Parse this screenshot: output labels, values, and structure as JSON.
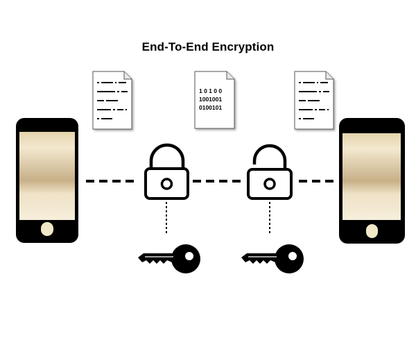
{
  "title": "End-To-End Encryption",
  "ciphertext_lines": [
    "1 0 1 0 0",
    "1001001",
    "0100101"
  ],
  "nodes": {
    "sender_phone": "smartphone-icon",
    "receiver_phone": "smartphone-icon",
    "plaintext_left": "document-icon",
    "ciphertext": "document-icon",
    "plaintext_right": "document-icon",
    "lock_closed": "closed-padlock-icon",
    "lock_open": "open-padlock-icon",
    "key_left": "key-icon",
    "key_right": "key-icon"
  },
  "colors": {
    "ink": "#000000",
    "screen_top": "#c9b68f",
    "screen_mid": "#fbf6e6",
    "screen_bottom": "#e9dcc0",
    "home_button": "#f1e8c8",
    "paper": "#ffffff"
  }
}
